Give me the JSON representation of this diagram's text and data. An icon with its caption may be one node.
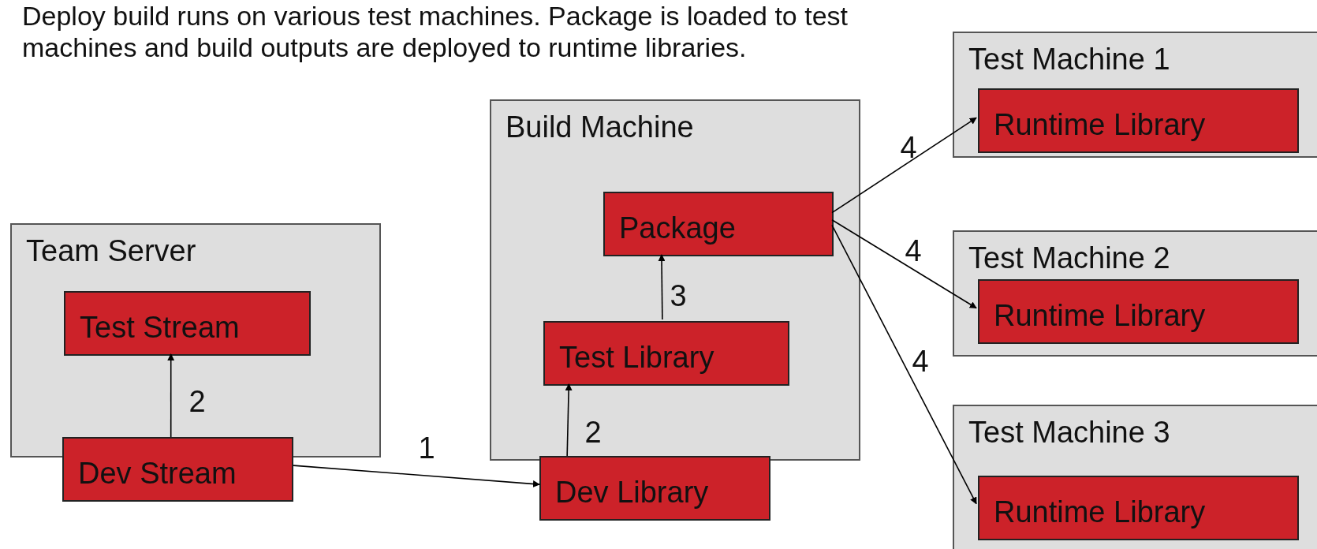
{
  "diagram": {
    "title": "Deploy build runs on various test machines. Package is loaded to test machines and build outputs are deployed to runtime libraries.",
    "nodes": [
      {
        "text": [
          "Team Server"
        ]
      },
      {
        "text": [
          "Test Stream"
        ],
        "in": 0
      },
      {
        "text": [
          "Dev Stream"
        ]
      },
      {
        "text": [
          "Build Machine"
        ]
      },
      {
        "text": [
          "Package"
        ],
        "in": 3
      },
      {
        "text": [
          "Test Library"
        ],
        "in": 3
      },
      {
        "text": [
          "Dev Library"
        ]
      },
      {
        "text": [
          "Test Machine 1"
        ]
      },
      {
        "text": [
          "Runtime Library"
        ],
        "in": 7
      },
      {
        "text": [
          "Test Machine 2"
        ]
      },
      {
        "text": [
          "Runtime Library"
        ],
        "in": 9
      },
      {
        "text": [
          "Test Machine 3"
        ]
      },
      {
        "text": [
          "Runtime Library"
        ],
        "in": 11
      }
    ],
    "edges": [
      {
        "from": 2,
        "to": 1,
        "arrow": "to",
        "label": "2"
      },
      {
        "from": 2,
        "to": 6,
        "arrow": "to",
        "label": "1"
      },
      {
        "from": 6,
        "to": 5,
        "arrow": "to",
        "label": "2"
      },
      {
        "from": 5,
        "to": 4,
        "arrow": "to",
        "label": "3"
      },
      {
        "from": 4,
        "to": 8,
        "arrow": "to",
        "label": "4"
      },
      {
        "from": 4,
        "to": 10,
        "arrow": "to",
        "label": "4"
      },
      {
        "from": 4,
        "to": 12,
        "arrow": "to",
        "label": "4"
      }
    ]
  }
}
